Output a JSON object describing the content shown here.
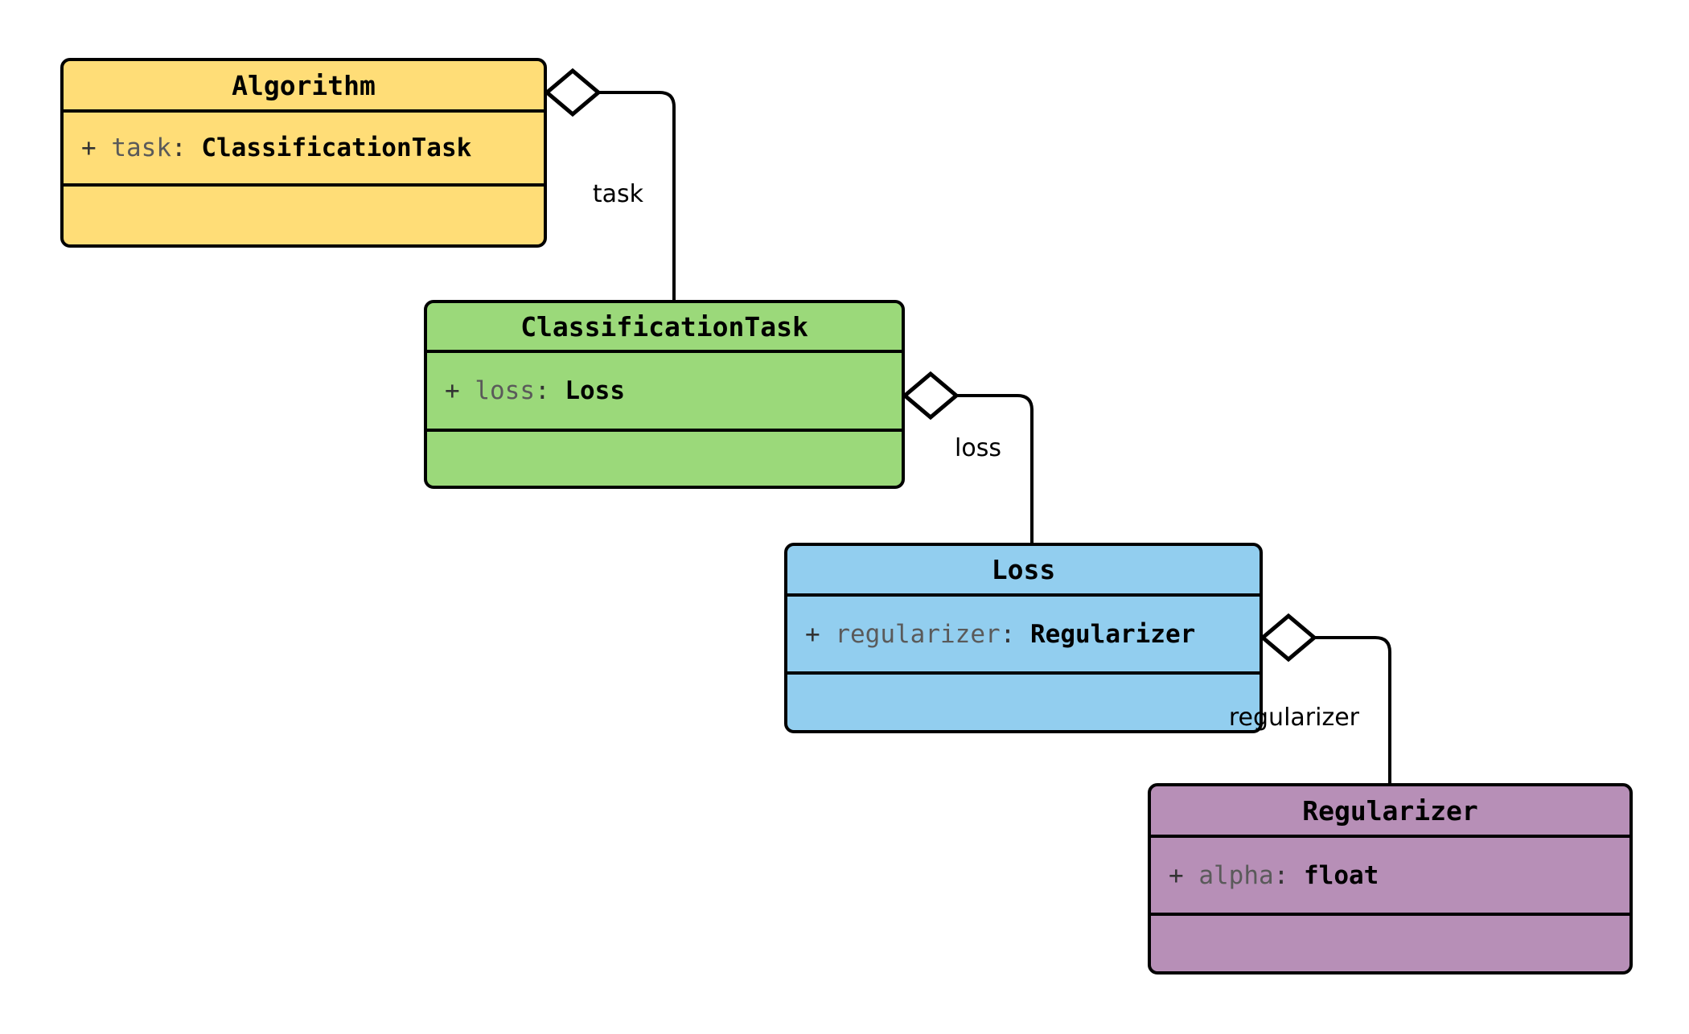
{
  "diagram": {
    "type": "uml-class-diagram",
    "background": "#ffffff",
    "line_color": "#000000",
    "classes": [
      {
        "id": "algorithm",
        "name": "Algorithm",
        "fill": "#FFDD77",
        "attribute": {
          "visibility": "+",
          "name": "task",
          "separator": ":",
          "type": "ClassificationTask"
        }
      },
      {
        "id": "classificationtask",
        "name": "ClassificationTask",
        "fill": "#9BD97A",
        "attribute": {
          "visibility": "+",
          "name": "loss",
          "separator": ":",
          "type": "Loss"
        }
      },
      {
        "id": "loss",
        "name": "Loss",
        "fill": "#92CEEF",
        "attribute": {
          "visibility": "+",
          "name": "regularizer",
          "separator": ":",
          "type": "Regularizer"
        }
      },
      {
        "id": "regularizer",
        "name": "Regularizer",
        "fill": "#B78FB7",
        "attribute": {
          "visibility": "+",
          "name": "alpha",
          "separator": ":",
          "type": "float"
        }
      }
    ],
    "relations": [
      {
        "id": "rel-task",
        "kind": "aggregation",
        "marker": "hollow-diamond",
        "from": "algorithm",
        "to": "classificationtask",
        "label": "task"
      },
      {
        "id": "rel-loss",
        "kind": "aggregation",
        "marker": "hollow-diamond",
        "from": "classificationtask",
        "to": "loss",
        "label": "loss"
      },
      {
        "id": "rel-regularizer",
        "kind": "aggregation",
        "marker": "hollow-diamond",
        "from": "loss",
        "to": "regularizer",
        "label": "regularizer"
      }
    ]
  }
}
